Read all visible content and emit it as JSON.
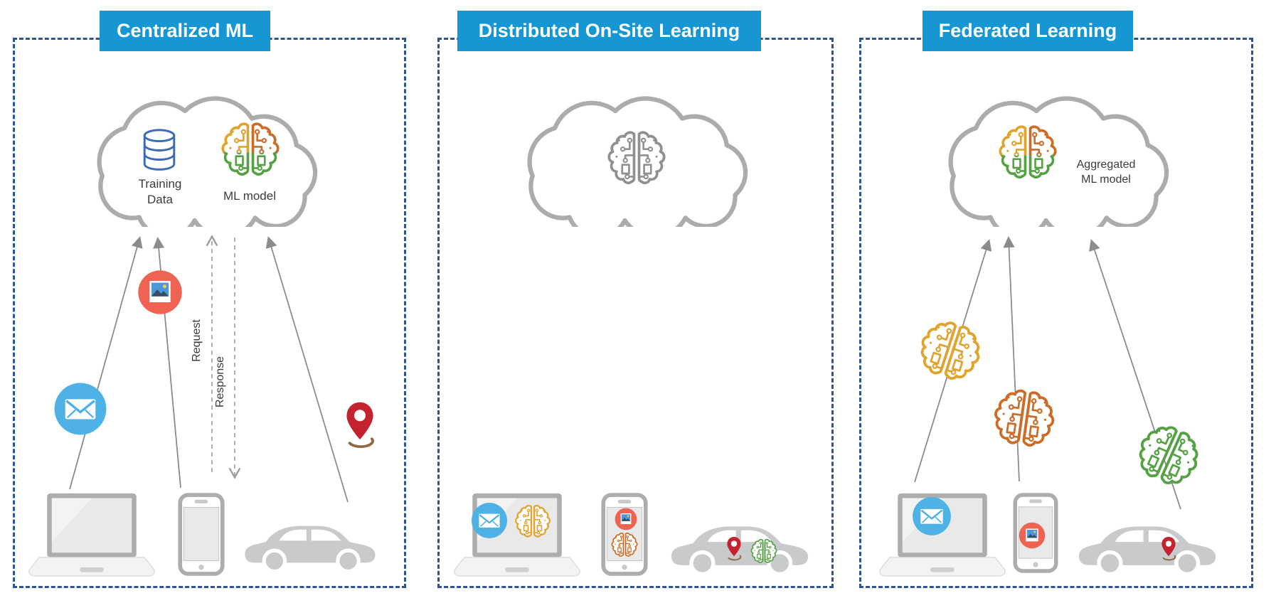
{
  "panels": {
    "centralized": {
      "title": "Centralized ML",
      "cloud": {
        "database_label": [
          "Training",
          "Data"
        ],
        "model_label": "ML model"
      },
      "request_label": "Request",
      "response_label": "Response"
    },
    "distributed": {
      "title": "Distributed On-Site Learning"
    },
    "federated": {
      "title": "Federated Learning",
      "cloud": {
        "model_label": [
          "Aggregated",
          "ML model"
        ]
      }
    }
  },
  "icons": {
    "cloud": "cloud-outline",
    "database": "database-cylinder",
    "brain": "circuit-brain",
    "email": "envelope-in-circle",
    "photo": "polaroid-in-circle",
    "location": "map-pin-with-ring",
    "laptop": "laptop",
    "phone": "smartphone",
    "car": "car-silhouette"
  },
  "colors": {
    "title_bg": "#1697D4",
    "title_text": "#FFFFFF",
    "panel_border": "#2F5496",
    "cloud_stroke": "#ACACAC",
    "arrow": "#8C8C8C",
    "arrow_dashed": "#9C9C9C",
    "brain_gray": "#909090",
    "brain_yellow": "#E0A32E",
    "brain_orange": "#CB6D28",
    "brain_green": "#55A245",
    "database_blue": "#3D6CB4",
    "email_circle": "#4FB2E7",
    "photo_circle": "#EF6352",
    "photo_sky": "#4A97DC",
    "photo_sun": "#F2C94C",
    "photo_mountain": "#384D63",
    "pin_red": "#C2232E",
    "pin_swoosh": "#926A42",
    "device_gray": "#C8CACC",
    "device_frame": "#ADADAD",
    "device_screen": "#E9E9E9",
    "device_base": "#F3F3F3",
    "label_text": "#3B3B3B"
  }
}
